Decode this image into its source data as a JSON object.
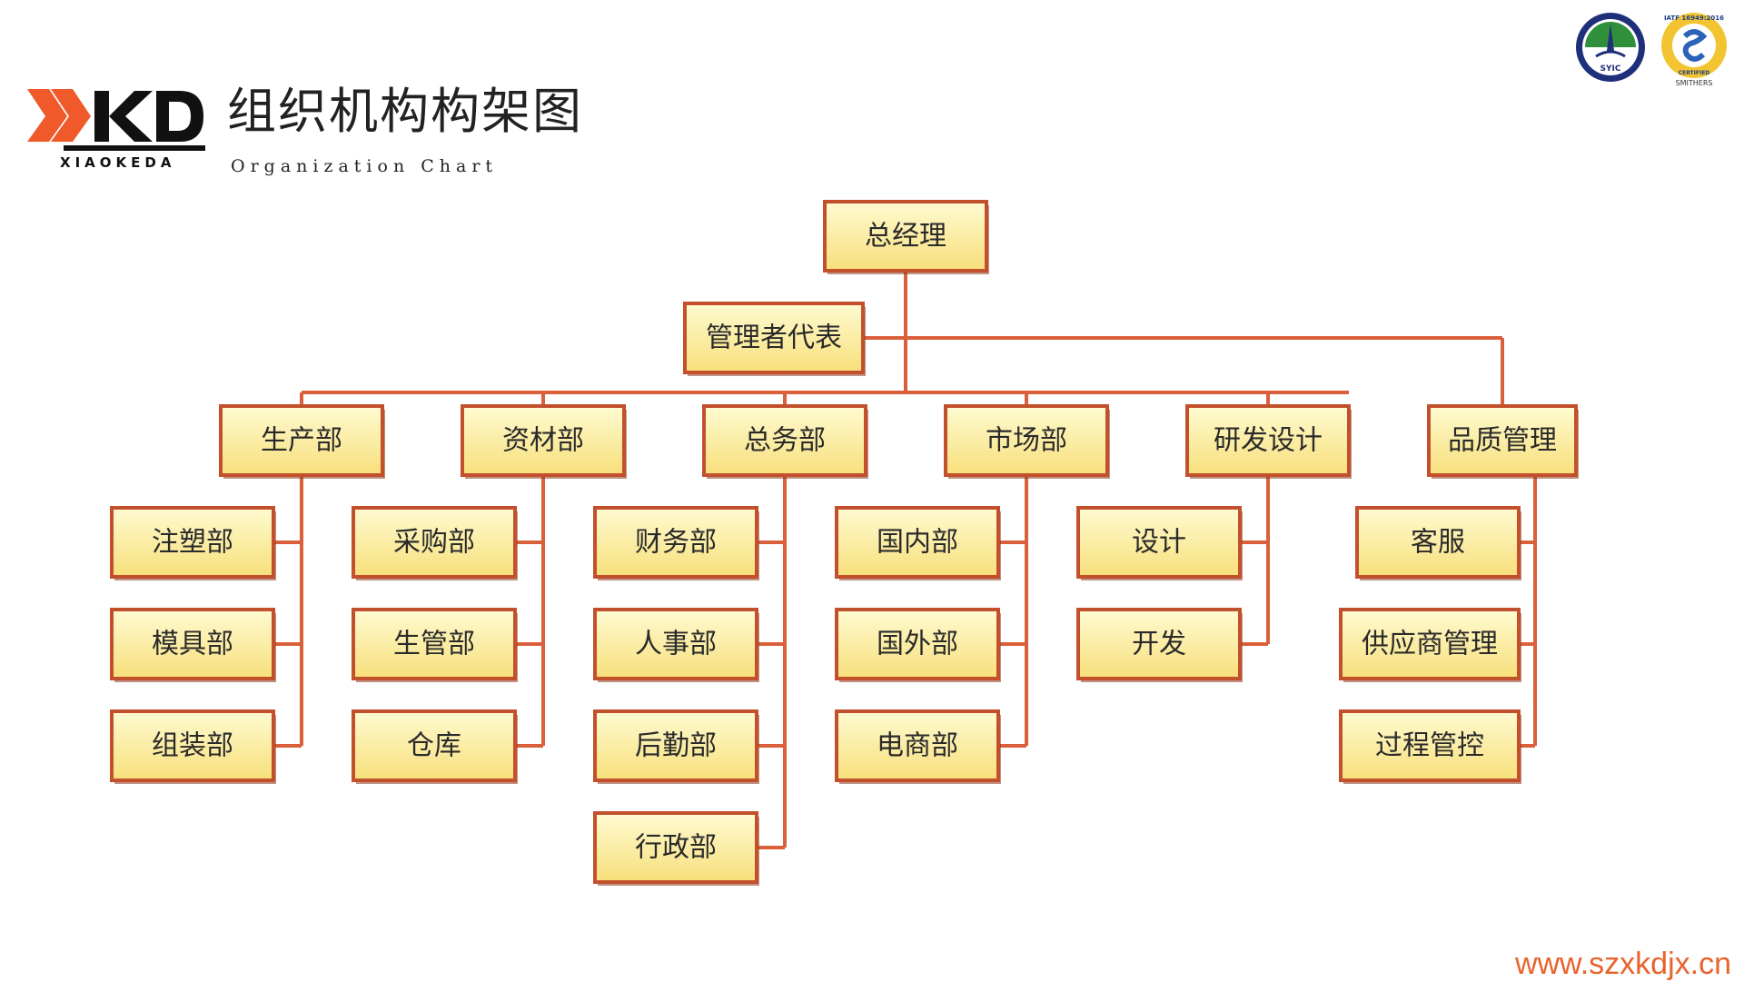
{
  "header": {
    "logo_text": "XKD",
    "logo_sub": "XIAOKEDA",
    "title": "组织机构构架图",
    "subtitle": "Organization Chart"
  },
  "badges": {
    "left_label": "SYIC",
    "right_label": "IATF 16949:2016",
    "right_certified": "CERTIFIED",
    "right_sub": "SMITHERS"
  },
  "footer": {
    "website": "www.szxkdjx.cn"
  },
  "colors": {
    "accent": "#d9603b",
    "box_fill_top": "#fffbd2",
    "box_fill_bottom": "#f7df7a",
    "box_border": "#c2502d",
    "logo_orange": "#f0592a"
  },
  "org": {
    "top": "总经理",
    "representative": "管理者代表",
    "departments": [
      {
        "name": "生产部",
        "units": [
          "注塑部",
          "模具部",
          "组装部"
        ]
      },
      {
        "name": "资材部",
        "units": [
          "采购部",
          "生管部",
          "仓库"
        ]
      },
      {
        "name": "总务部",
        "units": [
          "财务部",
          "人事部",
          "后勤部",
          "行政部"
        ]
      },
      {
        "name": "市场部",
        "units": [
          "国内部",
          "国外部",
          "电商部"
        ]
      },
      {
        "name": "研发设计",
        "units": [
          "设计",
          "开发"
        ]
      },
      {
        "name": "品质管理",
        "units": [
          "客服",
          "供应商管理",
          "过程管控"
        ]
      }
    ]
  }
}
